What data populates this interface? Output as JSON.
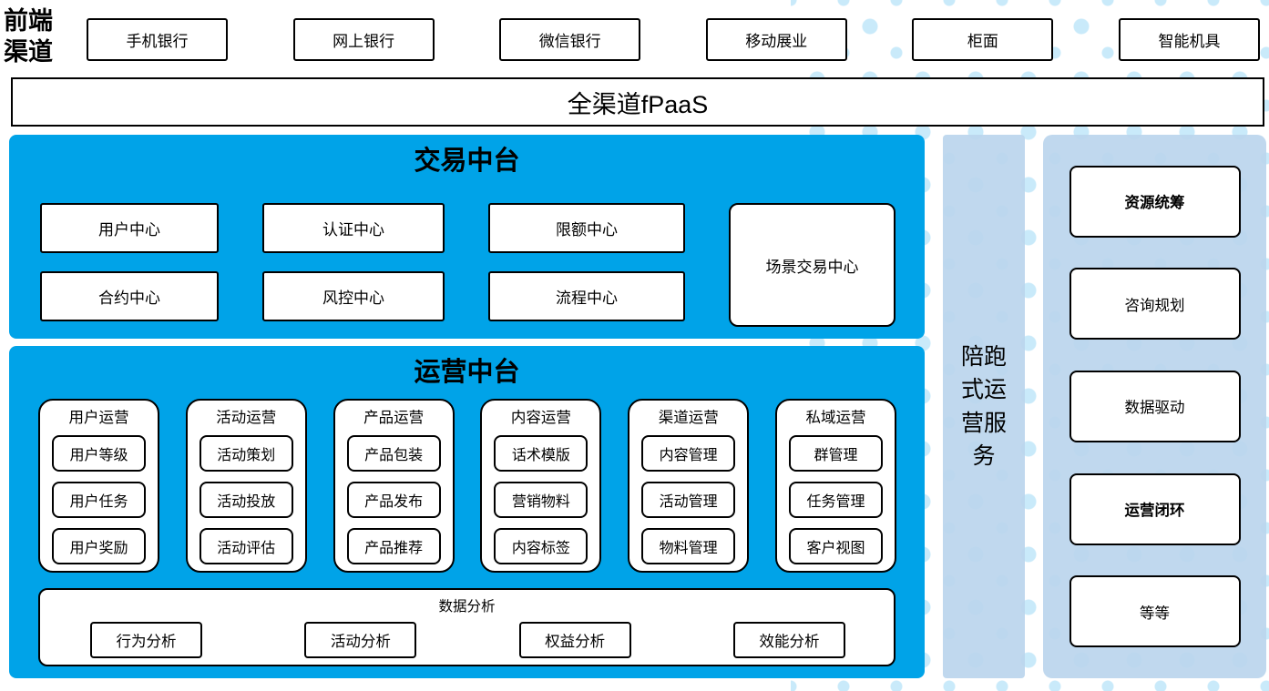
{
  "front_channels": {
    "label": "前端渠道",
    "items": [
      "手机银行",
      "网上银行",
      "微信银行",
      "移动展业",
      "柜面",
      "智能机具"
    ]
  },
  "fpaas": {
    "label": "全渠道fPaaS"
  },
  "transaction": {
    "title": "交易中台",
    "columns": [
      [
        "用户中心",
        "合约中心"
      ],
      [
        "认证中心",
        "风控中心"
      ],
      [
        "限额中心",
        "流程中心"
      ]
    ],
    "tall_box": "场景交易中心"
  },
  "operations": {
    "title": "运营中台",
    "groups": [
      {
        "title": "用户运营",
        "items": [
          "用户等级",
          "用户任务",
          "用户奖励"
        ]
      },
      {
        "title": "活动运营",
        "items": [
          "活动策划",
          "活动投放",
          "活动评估"
        ]
      },
      {
        "title": "产品运营",
        "items": [
          "产品包装",
          "产品发布",
          "产品推荐"
        ]
      },
      {
        "title": "内容运营",
        "items": [
          "话术模版",
          "营销物料",
          "内容标签"
        ]
      },
      {
        "title": "渠道运营",
        "items": [
          "内容管理",
          "活动管理",
          "物料管理"
        ]
      },
      {
        "title": "私域运营",
        "items": [
          "群管理",
          "任务管理",
          "客户视图"
        ]
      }
    ],
    "analytics": {
      "title": "数据分析",
      "items": [
        "行为分析",
        "活动分析",
        "权益分析",
        "效能分析"
      ]
    }
  },
  "side_service": {
    "label": "陪跑式运营服务"
  },
  "right_panel": {
    "items": [
      {
        "label": "资源统筹",
        "bold": true
      },
      {
        "label": "咨询规划",
        "bold": false
      },
      {
        "label": "数据驱动",
        "bold": false
      },
      {
        "label": "运营闭环",
        "bold": true
      },
      {
        "label": "等等",
        "bold": false
      }
    ]
  },
  "colors": {
    "platform_blue": "#00a3e8",
    "panel_blue": "#bbd5ed",
    "dot_blue": "#c9eafa"
  }
}
